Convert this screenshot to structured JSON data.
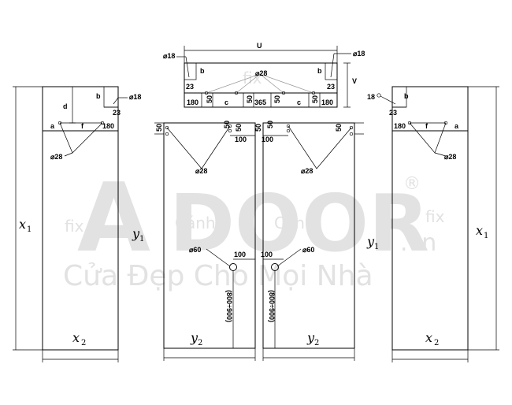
{
  "watermark": {
    "brand_a": "A",
    "brand_door": "DOOR",
    "reg": "®",
    "fix": "fix",
    "vn": ".vn",
    "slogan": "Cửa Đẹp Cho Mọi Nhà"
  },
  "labels": {
    "U": "U",
    "V": "V",
    "a": "a",
    "b": "b",
    "c": "c",
    "d": "d",
    "f": "f",
    "canh": "Cánh",
    "x1": "x",
    "x1_sub": "1",
    "x2": "x",
    "x2_sub": "2",
    "y1": "y",
    "y1_sub": "1",
    "y2": "y",
    "y2_sub": "2",
    "d18": "⌀18",
    "d28": "⌀28",
    "d60": "⌀60",
    "n18": "18",
    "n23": "23",
    "n50": "50",
    "n100": "100",
    "n180": "180",
    "n365": "365",
    "range": "(800÷900)"
  },
  "colors": {
    "line": "#000000",
    "watermark": "#e2e2e2",
    "guide": "#9a9a9a"
  }
}
